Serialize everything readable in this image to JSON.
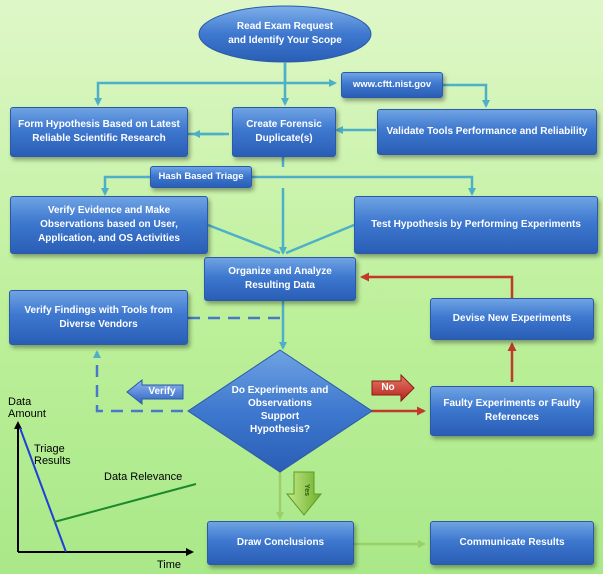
{
  "nodes": {
    "start": "Read Exam Request\nand Identify Your Scope",
    "website": "www.cftt.nist.gov",
    "hypothesis": "Form Hypothesis Based on Latest\nReliable Scientific Research",
    "duplicates": "Create Forensic\nDuplicate(s)",
    "validate": "Validate Tools Performance and Reliability",
    "triage": "Hash Based Triage",
    "verify_evidence": "Verify Evidence and Make\nObservations based on User,\nApplication, and OS Activities",
    "test_hypothesis": "Test Hypothesis  by Performing Experiments",
    "organize": "Organize and Analyze\nResulting Data",
    "verify_findings": "Verify Findings with Tools from\nDiverse Vendors",
    "devise": "Devise New Experiments",
    "decision": "Do Experiments and\nObservations\nSupport\nHypothesis?",
    "faulty": "Faulty Experiments or  Faulty\nReferences",
    "conclusions": "Draw Conclusions",
    "communicate": "Communicate Results"
  },
  "arrows": {
    "verify": "Verify",
    "no": "No",
    "yes": "Yes"
  },
  "graph": {
    "y_label": "Data\nAmount",
    "x_label": "Time",
    "triage_label": "Triage\nResults",
    "relevance_label": "Data Relevance"
  },
  "colors": {
    "box": "#3e78cf",
    "connector": "#4eb0c8",
    "no_path": "#c0392b",
    "triage_line": "#1f3fd6",
    "relevance_line": "#1a8a2a"
  }
}
